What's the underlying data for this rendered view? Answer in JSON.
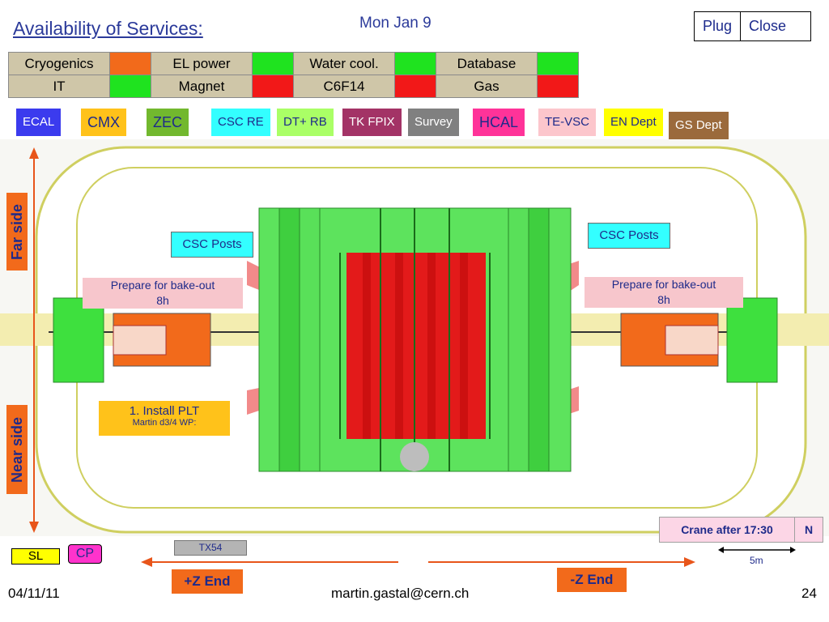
{
  "header": {
    "title": "Availability of Services:",
    "date": "Mon Jan 9",
    "plug": "Plug",
    "close": "Close"
  },
  "services": {
    "rows": [
      [
        {
          "label": "Cryogenics",
          "status_color": "#f26a1b"
        },
        {
          "label": "EL power",
          "status_color": "#1fe31f"
        },
        {
          "label": "Water cool.",
          "status_color": "#1fe31f"
        },
        {
          "label": "Database",
          "status_color": "#1fe31f"
        }
      ],
      [
        {
          "label": "IT",
          "status_color": "#1fe31f"
        },
        {
          "label": "Magnet",
          "status_color": "#f21818"
        },
        {
          "label": "C6F14",
          "status_color": "#f21818"
        },
        {
          "label": "Gas",
          "status_color": "#f21818"
        }
      ]
    ]
  },
  "legend": [
    {
      "label": "ECAL",
      "bg": "#3b3bee",
      "fg": "#ffffff"
    },
    {
      "label": "CMX",
      "bg": "#ffc21a",
      "fg": "#1e2a8a"
    },
    {
      "label": "ZEC",
      "bg": "#72b82e",
      "fg": "#1e2a8a"
    },
    {
      "label": "CSC RE",
      "bg": "#33ffff",
      "fg": "#1e2a8a"
    },
    {
      "label": "DT+ RB",
      "bg": "#aaff66",
      "fg": "#1e2a8a"
    },
    {
      "label": "TK FPIX",
      "bg": "#a33366",
      "fg": "#ffffff"
    },
    {
      "label": "Survey",
      "bg": "#808080",
      "fg": "#ffffff"
    },
    {
      "label": "HCAL",
      "bg": "#ff3399",
      "fg": "#1e2a8a"
    },
    {
      "label": "TE-VSC",
      "bg": "#fcc6cc",
      "fg": "#1e2a8a"
    },
    {
      "label": "EN Dept",
      "bg": "#ffff00",
      "fg": "#1e2a8a"
    },
    {
      "label": "GS Dept",
      "bg": "#9b6a3c",
      "fg": "#ffffff"
    }
  ],
  "diagram": {
    "far_side": "Far side",
    "near_side": "Near side",
    "csc_posts_left": "CSC Posts",
    "csc_posts_right": "CSC Posts",
    "bakeout_left_1": "Prepare for bake-out",
    "bakeout_left_2": "8h",
    "bakeout_right_1": "Prepare for bake-out",
    "bakeout_right_2": "8h",
    "plt_title": "1.   Install PLT",
    "plt_sub": "Martin d3/4 WP:",
    "crane": "Crane after 17:30",
    "north": "N",
    "scale": "5m",
    "tx54": "TX54"
  },
  "bottom": {
    "sl": "SL",
    "cp": "CP",
    "plus_z": "+Z End",
    "minus_z": "-Z End"
  },
  "footer": {
    "date": "04/11/11",
    "email": "martin.gastal@cern.ch",
    "page": "24"
  }
}
